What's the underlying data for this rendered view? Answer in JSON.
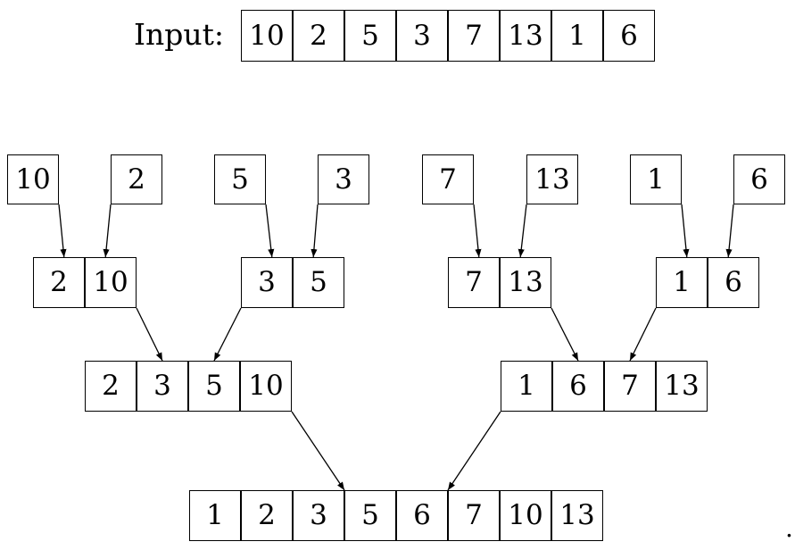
{
  "input": {
    "label": "Input:",
    "values": [
      "10",
      "2",
      "5",
      "3",
      "7",
      "13",
      "1",
      "6"
    ]
  },
  "levels": [
    [
      [
        "10"
      ],
      [
        "2"
      ],
      [
        "5"
      ],
      [
        "3"
      ],
      [
        "7"
      ],
      [
        "13"
      ],
      [
        "1"
      ],
      [
        "6"
      ]
    ],
    [
      [
        "2",
        "10"
      ],
      [
        "3",
        "5"
      ],
      [
        "7",
        "13"
      ],
      [
        "1",
        "6"
      ]
    ],
    [
      [
        "2",
        "3",
        "5",
        "10"
      ],
      [
        "1",
        "6",
        "7",
        "13"
      ]
    ],
    [
      [
        "1",
        "2",
        "3",
        "5",
        "6",
        "7",
        "10",
        "13"
      ]
    ]
  ],
  "trailing_mark": "."
}
